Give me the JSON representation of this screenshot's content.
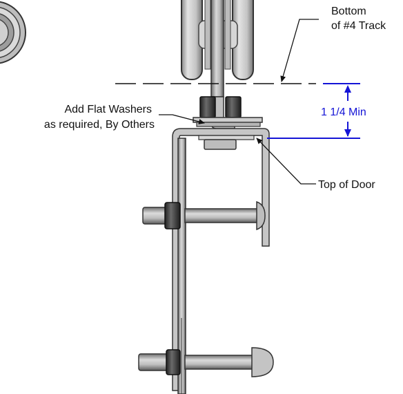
{
  "labels": {
    "track_line1": "Bottom",
    "track_line2": "of #4 Track",
    "washer_line1": "Add Flat Washers",
    "washer_line2": "as required, By Others",
    "dimension": "1 1/4 Min",
    "door_top": "Top of Door"
  },
  "colors": {
    "dimension": "#1414d6",
    "metal_light": "#c9c9c9",
    "metal_mid": "#9a9a9a",
    "metal_dark": "#555555",
    "outline": "#222222",
    "nut": "#3a3a3a"
  }
}
